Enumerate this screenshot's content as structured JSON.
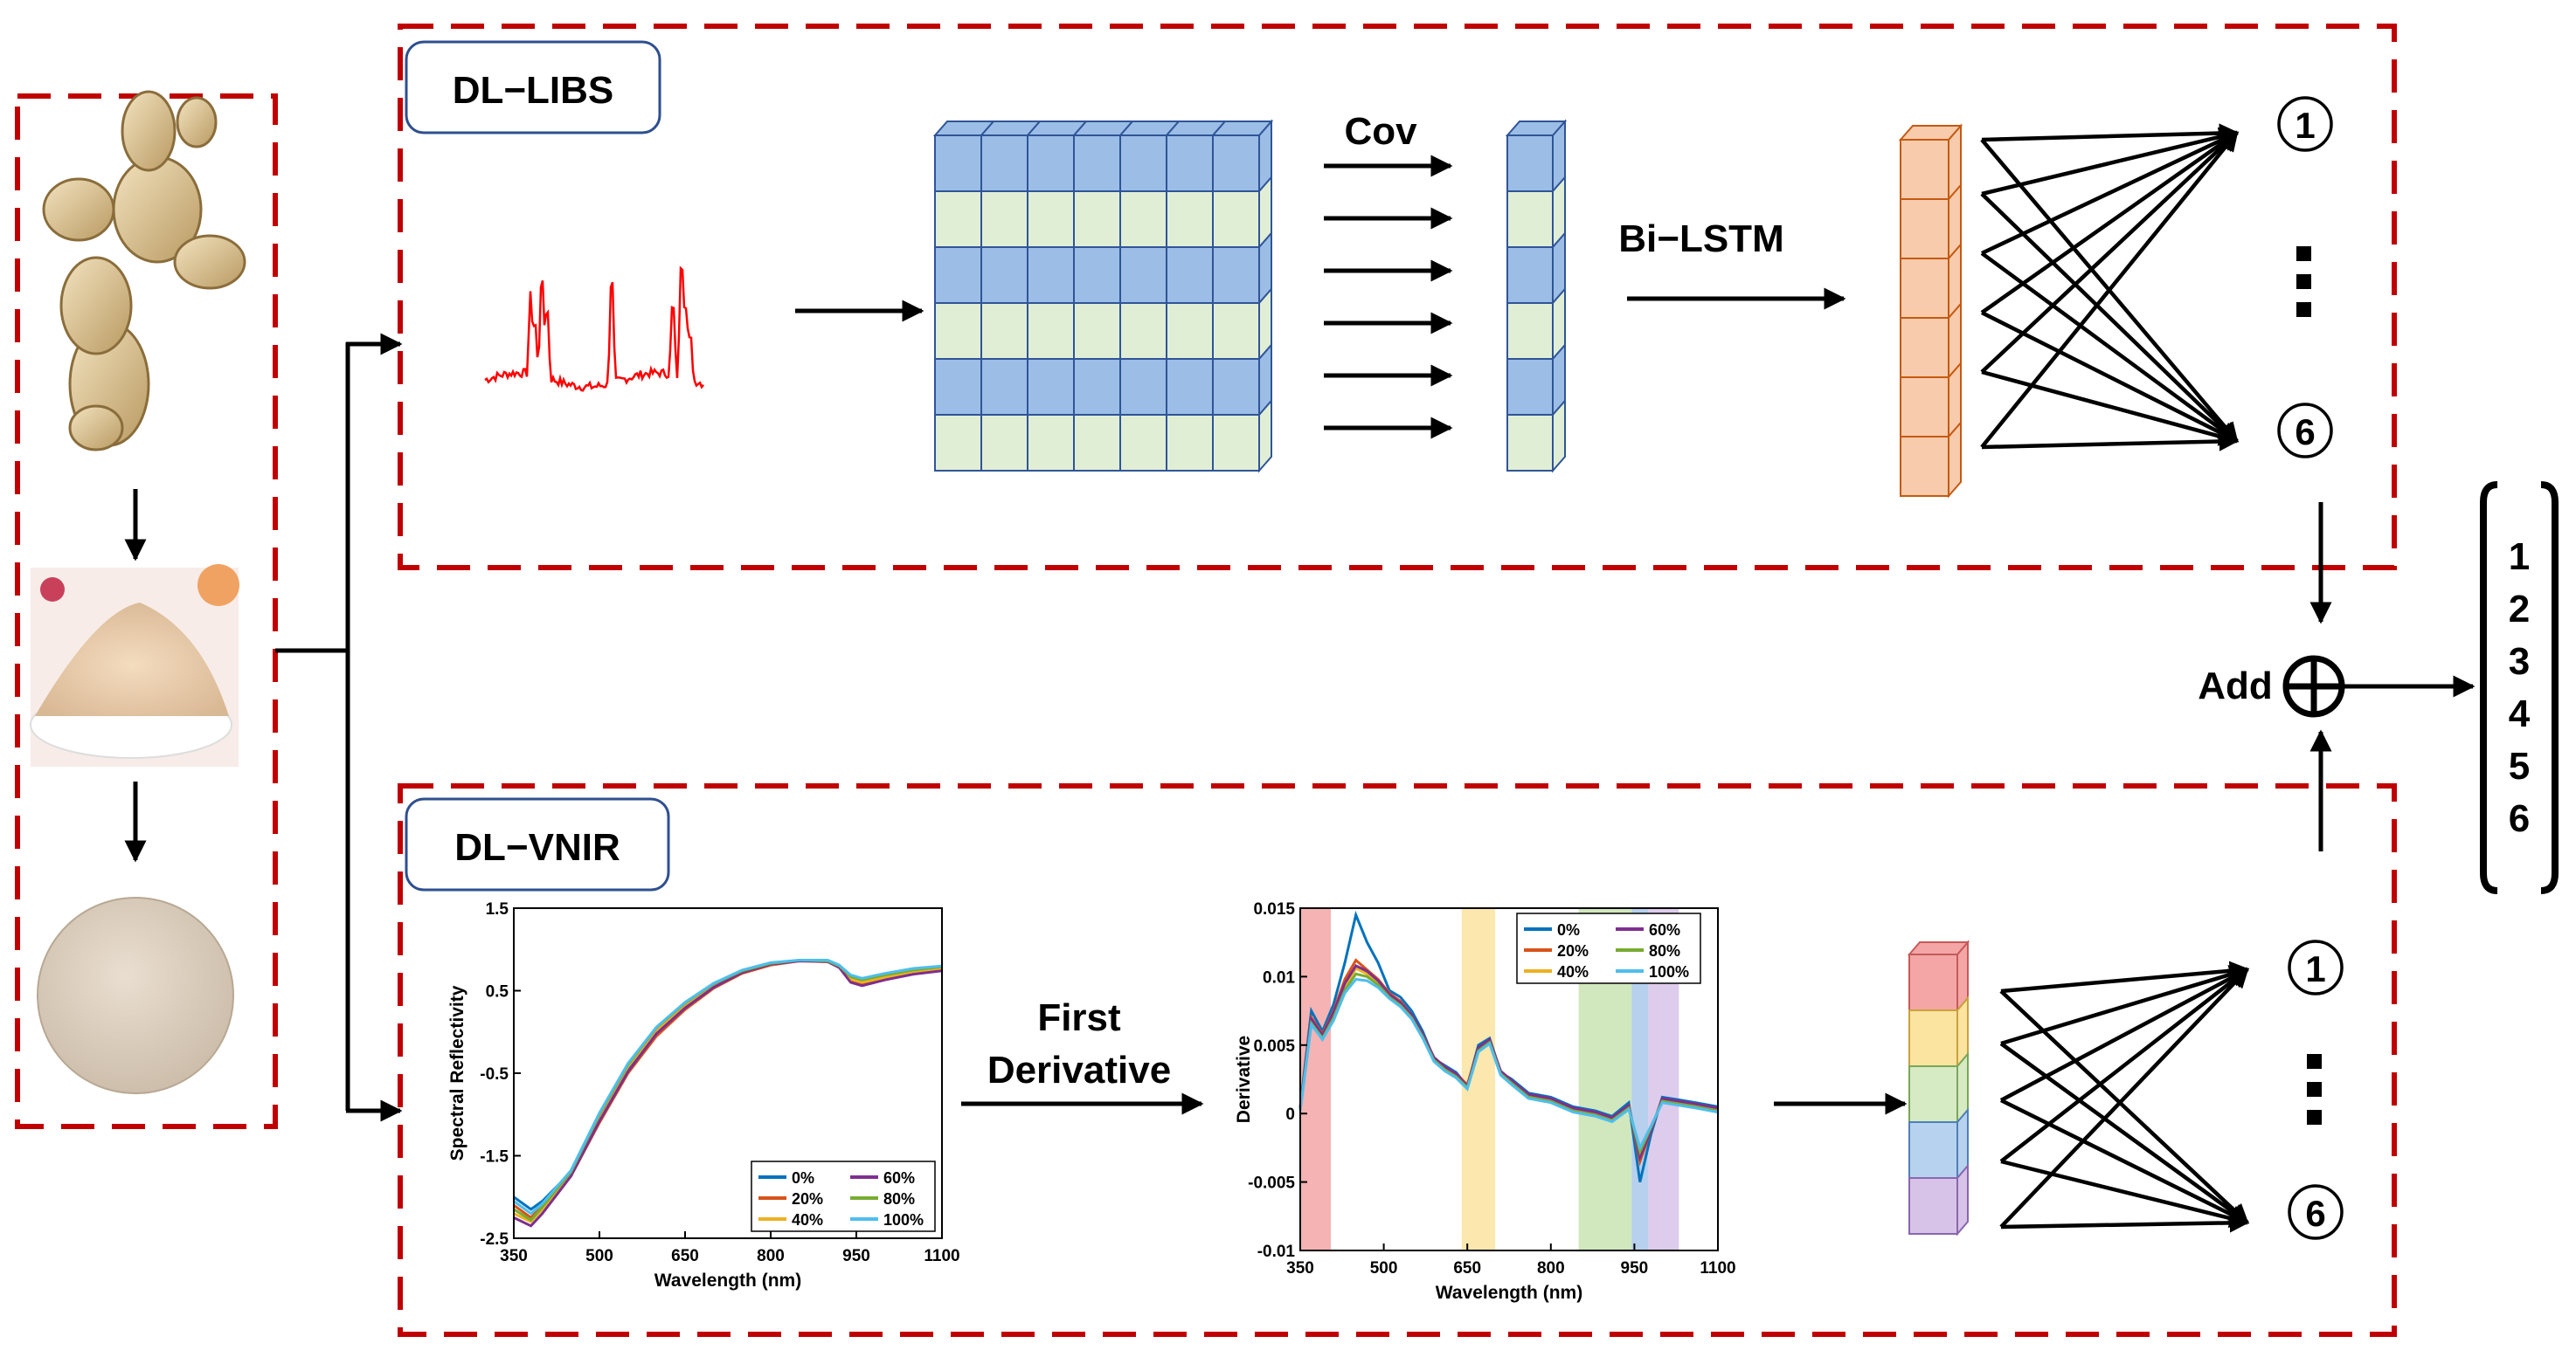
{
  "libs": {
    "title": "DL−LIBS",
    "conv_label": "Cov",
    "lstm_label": "Bi−LSTM",
    "output_top": "1",
    "output_bottom": "6"
  },
  "vnir": {
    "title": "DL−VNIR",
    "transform_line1": "First",
    "transform_line2": "Derivative",
    "output_top": "1",
    "output_bottom": "6"
  },
  "fusion": {
    "add_label": "Add",
    "results": [
      "1",
      "2",
      "3",
      "4",
      "5",
      "6"
    ]
  },
  "colors": {
    "dashed_border": "#c00000",
    "libs_spectrum": "#ff0000",
    "cube_blue": "#9cbde6",
    "cube_green": "#e1eed6",
    "cube_edge": "#2f5597",
    "lstm_orange": "#f7cbac",
    "lstm_edge": "#c55a11",
    "title_box_edge": "#2e4f8f"
  },
  "legend_series": [
    "0%",
    "20%",
    "40%",
    "60%",
    "80%",
    "100%"
  ],
  "series_colors": [
    "#0072bd",
    "#d95319",
    "#edb120",
    "#7e2f8e",
    "#77ac30",
    "#4dbeee"
  ],
  "chart_data": [
    {
      "type": "line",
      "xlabel": "Wavelength (nm)",
      "ylabel": "Spectral Reflectivity",
      "xlim": [
        350,
        1100
      ],
      "ylim": [
        -2.5,
        1.5
      ],
      "xticks": [
        "350",
        "500",
        "650",
        "800",
        "950",
        "1100"
      ],
      "yticks": [
        "1.5",
        "0.5",
        "-0.5",
        "-1.5",
        "-2.5"
      ],
      "legend": "bottom-right",
      "x": [
        350,
        380,
        400,
        450,
        500,
        550,
        600,
        650,
        700,
        750,
        800,
        850,
        900,
        920,
        940,
        960,
        1000,
        1050,
        1100
      ],
      "series": [
        {
          "name": "0%",
          "values": [
            -2.0,
            -2.15,
            -2.05,
            -1.7,
            -1.05,
            -0.45,
            0.0,
            0.3,
            0.55,
            0.72,
            0.82,
            0.86,
            0.86,
            0.8,
            0.66,
            0.62,
            0.68,
            0.74,
            0.78
          ]
        },
        {
          "name": "20%",
          "values": [
            -2.1,
            -2.25,
            -2.1,
            -1.75,
            -1.1,
            -0.5,
            -0.05,
            0.27,
            0.53,
            0.71,
            0.81,
            0.86,
            0.86,
            0.79,
            0.62,
            0.58,
            0.65,
            0.72,
            0.76
          ]
        },
        {
          "name": "40%",
          "values": [
            -2.2,
            -2.3,
            -2.15,
            -1.72,
            -1.05,
            -0.42,
            0.02,
            0.33,
            0.57,
            0.73,
            0.82,
            0.86,
            0.85,
            0.79,
            0.64,
            0.6,
            0.66,
            0.73,
            0.77
          ]
        },
        {
          "name": "60%",
          "values": [
            -2.25,
            -2.35,
            -2.2,
            -1.75,
            -1.08,
            -0.48,
            -0.02,
            0.29,
            0.54,
            0.72,
            0.82,
            0.86,
            0.85,
            0.78,
            0.6,
            0.56,
            0.63,
            0.7,
            0.74
          ]
        },
        {
          "name": "80%",
          "values": [
            -2.15,
            -2.28,
            -2.12,
            -1.7,
            -1.0,
            -0.4,
            0.05,
            0.35,
            0.58,
            0.74,
            0.83,
            0.87,
            0.86,
            0.8,
            0.67,
            0.63,
            0.69,
            0.75,
            0.79
          ]
        },
        {
          "name": "100%",
          "values": [
            -2.05,
            -2.2,
            -2.08,
            -1.68,
            -0.98,
            -0.38,
            0.06,
            0.36,
            0.59,
            0.75,
            0.84,
            0.87,
            0.87,
            0.81,
            0.69,
            0.65,
            0.71,
            0.77,
            0.8
          ]
        }
      ]
    },
    {
      "type": "line",
      "xlabel": "Wavelength (nm)",
      "ylabel": "Derivative",
      "xlim": [
        350,
        1100
      ],
      "ylim": [
        -0.01,
        0.015
      ],
      "xticks": [
        "350",
        "500",
        "650",
        "800",
        "950",
        "1100"
      ],
      "yticks": [
        "0.015",
        "0.01",
        "0.005",
        "0",
        "-0.005",
        "-0.01"
      ],
      "legend": "top-right",
      "bands": [
        {
          "from": 350,
          "to": 405,
          "color": "#f4a6a6"
        },
        {
          "from": 640,
          "to": 700,
          "color": "#fbe3a0"
        },
        {
          "from": 850,
          "to": 945,
          "color": "#c9e3b3"
        },
        {
          "from": 945,
          "to": 975,
          "color": "#a9c8ea"
        },
        {
          "from": 975,
          "to": 1030,
          "color": "#d7c3e8"
        }
      ],
      "x": [
        350,
        370,
        390,
        410,
        430,
        450,
        470,
        490,
        510,
        530,
        550,
        570,
        590,
        610,
        630,
        650,
        670,
        690,
        710,
        730,
        760,
        800,
        840,
        880,
        910,
        940,
        960,
        980,
        1000,
        1030,
        1060,
        1100
      ],
      "series": [
        {
          "name": "0%",
          "values": [
            0.0005,
            0.0075,
            0.006,
            0.008,
            0.011,
            0.0145,
            0.0125,
            0.011,
            0.009,
            0.0085,
            0.0075,
            0.006,
            0.004,
            0.0035,
            0.003,
            0.002,
            0.005,
            0.0055,
            0.003,
            0.0025,
            0.0015,
            0.0012,
            0.0005,
            0.0002,
            -0.0002,
            0.0008,
            -0.005,
            -0.0015,
            0.0012,
            0.001,
            0.0008,
            0.0005
          ]
        },
        {
          "name": "20%",
          "values": [
            0.0004,
            0.007,
            0.0058,
            0.0075,
            0.0098,
            0.0112,
            0.0105,
            0.0098,
            0.0088,
            0.0082,
            0.0072,
            0.0058,
            0.0041,
            0.0034,
            0.0029,
            0.0021,
            0.0048,
            0.0054,
            0.0031,
            0.0024,
            0.0014,
            0.0011,
            0.0004,
            0.0001,
            -0.0003,
            0.0006,
            -0.0035,
            -0.0012,
            0.0011,
            0.0009,
            0.0007,
            0.0004
          ]
        },
        {
          "name": "40%",
          "values": [
            0.0003,
            0.0068,
            0.0056,
            0.0072,
            0.0092,
            0.0106,
            0.0102,
            0.0095,
            0.0086,
            0.008,
            0.0071,
            0.0057,
            0.004,
            0.0033,
            0.0028,
            0.002,
            0.0047,
            0.0053,
            0.003,
            0.0023,
            0.0013,
            0.001,
            0.0003,
            0.0,
            -0.0004,
            0.0005,
            -0.003,
            -0.0011,
            0.001,
            0.0008,
            0.0006,
            0.0003
          ]
        },
        {
          "name": "60%",
          "values": [
            0.0004,
            0.0069,
            0.0057,
            0.0074,
            0.0095,
            0.0108,
            0.0104,
            0.0097,
            0.0087,
            0.0081,
            0.0072,
            0.0058,
            0.0041,
            0.0034,
            0.0029,
            0.002,
            0.0048,
            0.0054,
            0.0031,
            0.0024,
            0.0014,
            0.0011,
            0.0004,
            0.0001,
            -0.0003,
            0.0006,
            -0.0032,
            -0.0012,
            0.0011,
            0.0009,
            0.0007,
            0.0004
          ]
        },
        {
          "name": "80%",
          "values": [
            0.0003,
            0.0066,
            0.0055,
            0.007,
            0.009,
            0.0102,
            0.01,
            0.0094,
            0.0085,
            0.0079,
            0.007,
            0.0056,
            0.0039,
            0.0032,
            0.0027,
            0.0019,
            0.0046,
            0.0052,
            0.0029,
            0.0022,
            0.0012,
            0.0009,
            0.0002,
            -0.0001,
            -0.0005,
            0.0004,
            -0.0028,
            -0.001,
            0.0009,
            0.0007,
            0.0005,
            0.0002
          ]
        },
        {
          "name": "100%",
          "values": [
            0.0002,
            0.0065,
            0.0054,
            0.0068,
            0.0088,
            0.0098,
            0.0097,
            0.0092,
            0.0084,
            0.0078,
            0.0069,
            0.0055,
            0.0038,
            0.0031,
            0.0026,
            0.0018,
            0.0045,
            0.0051,
            0.0028,
            0.0021,
            0.0011,
            0.0008,
            0.0001,
            -0.0002,
            -0.0006,
            0.0003,
            -0.0025,
            -0.0009,
            0.0008,
            0.0006,
            0.0004,
            0.0001
          ]
        }
      ]
    }
  ]
}
